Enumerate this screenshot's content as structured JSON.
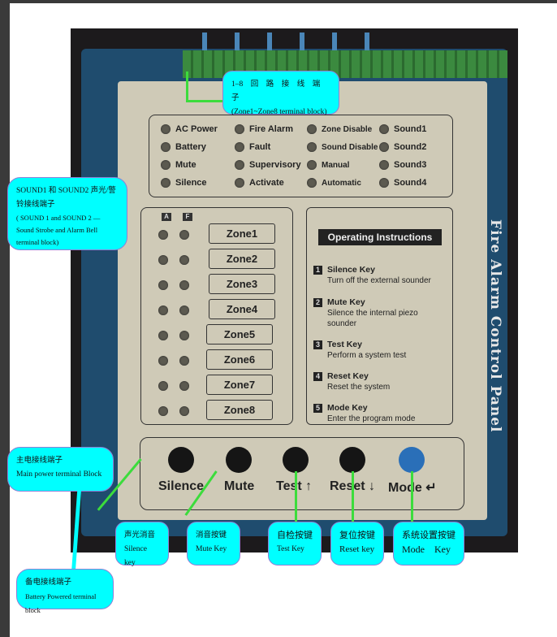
{
  "panel_title": "Fire Alarm Control Panel",
  "indicators": [
    [
      "AC Power",
      "Fire Alarm",
      "Zone Disable",
      "Sound1"
    ],
    [
      "Battery",
      "Fault",
      "Sound Disable",
      "Sound2"
    ],
    [
      "Mute",
      "Supervisory",
      "Manual",
      "Sound3"
    ],
    [
      "Silence",
      "Activate",
      "Automatic",
      "Sound4"
    ]
  ],
  "zone_headers": {
    "a": "A",
    "f": "F"
  },
  "zones": [
    "Zone1",
    "Zone2",
    "Zone3",
    "Zone4",
    "Zone5",
    "Zone6",
    "Zone7",
    "Zone8"
  ],
  "instructions": {
    "title": "Operating Instructions",
    "items": [
      {
        "num": "1",
        "key": "Silence Key",
        "desc": "Turn off the external sounder"
      },
      {
        "num": "2",
        "key": "Mute Key",
        "desc": "Silence the internal piezo sounder"
      },
      {
        "num": "3",
        "key": "Test Key",
        "desc": "Perform a system test"
      },
      {
        "num": "4",
        "key": "Reset Key",
        "desc": "Reset the system"
      },
      {
        "num": "5",
        "key": "Mode Key",
        "desc": "Enter the program mode"
      }
    ]
  },
  "keys": [
    "Silence",
    "Mute",
    "Test ↑",
    "Reset ↓",
    "Mode ↵"
  ],
  "callouts": {
    "zones": {
      "cn": "1–8　回　路　接　线　端　子",
      "en": "(Zone1~Zone8 terminal block)"
    },
    "sound": {
      "cn": "SOUND1 和 SOUND2 声光/警铃接线端子",
      "en": "( SOUND 1 and SOUND 2 — Sound Strobe and Alarm Bell terminal block)"
    },
    "main_power": {
      "cn": "主电接线端子",
      "en": "Main power terminal Block"
    },
    "battery": {
      "cn": "备电接线端子",
      "en": "Battery Powered terminal block"
    },
    "silence": {
      "cn": "声光消音",
      "en": "Silence key"
    },
    "mute": {
      "cn": "消音按键",
      "en": "Mute Key"
    },
    "test": {
      "cn": "自检按键",
      "en": "Test Key"
    },
    "reset": {
      "cn": "复位按键",
      "en": "Reset key"
    },
    "mode": {
      "cn": "系统设置按键",
      "en": "Mode　Key"
    }
  }
}
